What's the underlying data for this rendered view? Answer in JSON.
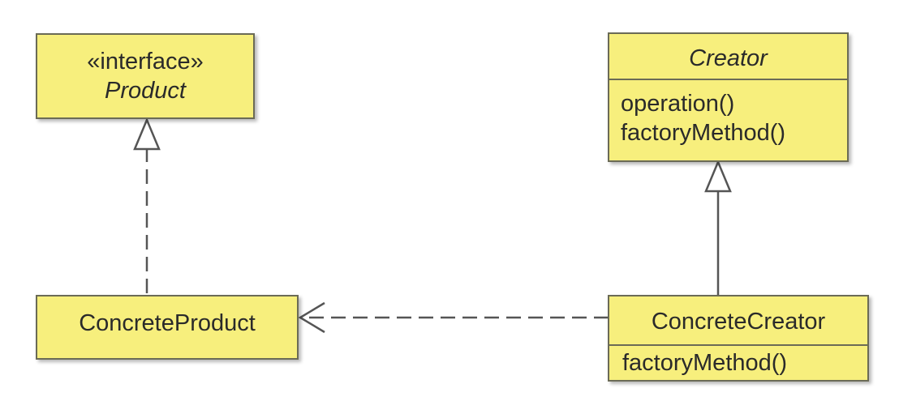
{
  "product": {
    "stereotype": "«interface»",
    "name": "Product"
  },
  "creator": {
    "name": "Creator",
    "methods": [
      "operation()",
      "factoryMethod()"
    ]
  },
  "concrete_product": {
    "name": "ConcreteProduct"
  },
  "concrete_creator": {
    "name": "ConcreteCreator",
    "methods": [
      "factoryMethod()"
    ]
  },
  "colors": {
    "class_fill": "#f7ef7d",
    "border": "#6b6b56",
    "line": "#555555"
  }
}
